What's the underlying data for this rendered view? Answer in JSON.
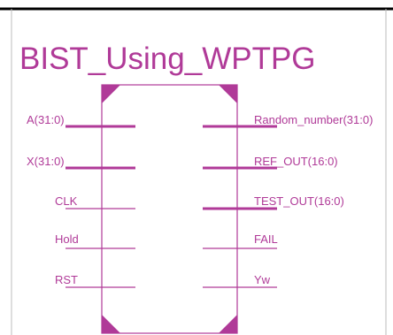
{
  "title": "BIST_Using_WPTPG",
  "colors": {
    "accent": "#b03a98",
    "border": "#000000",
    "frame": "#bdbdbd",
    "background": "#ffffff"
  },
  "inputs": [
    {
      "label": "A(31:0)",
      "bus": true
    },
    {
      "label": "X(31:0)",
      "bus": true
    },
    {
      "label": "CLK",
      "bus": false
    },
    {
      "label": "Hold",
      "bus": false
    },
    {
      "label": "RST",
      "bus": false
    }
  ],
  "outputs": [
    {
      "label": "Random_number(31:0)",
      "bus": true
    },
    {
      "label": "REF_OUT(16:0)",
      "bus": true
    },
    {
      "label": "TEST_OUT(16:0)",
      "bus": true
    },
    {
      "label": "FAIL",
      "bus": false
    },
    {
      "label": "Yw",
      "bus": false
    }
  ]
}
